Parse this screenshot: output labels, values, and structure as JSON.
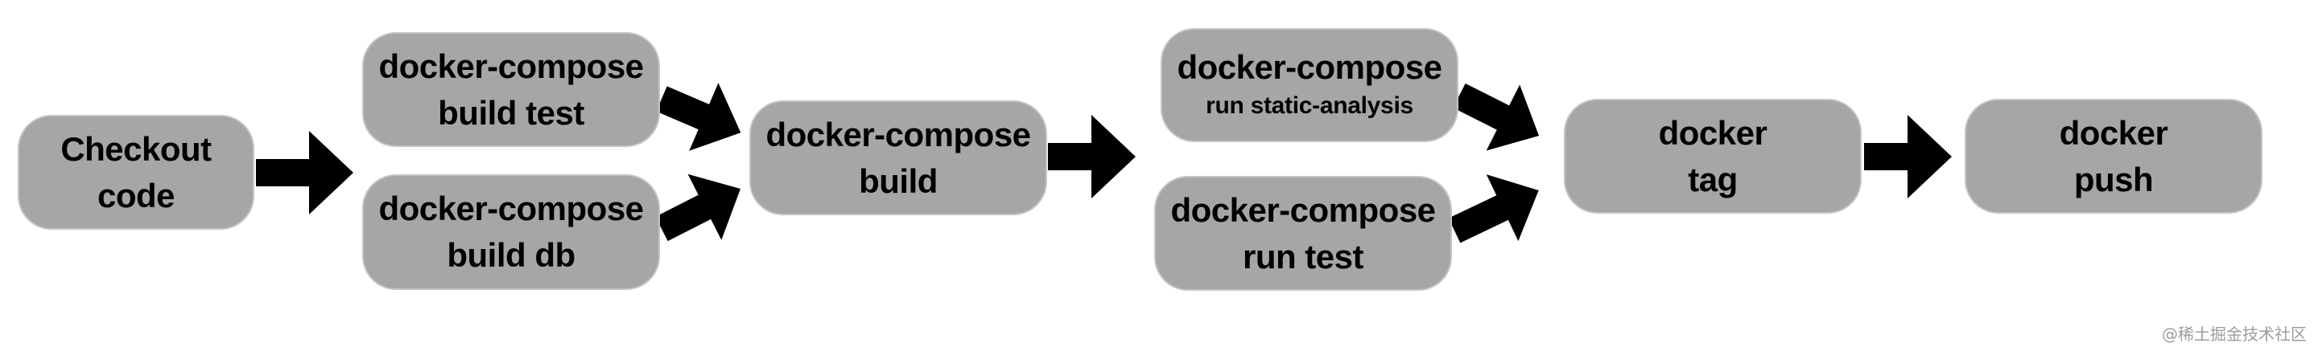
{
  "colors": {
    "box_fill": "#a6a6a6",
    "box_border": "#c4c4c4",
    "text": "#000000",
    "arrow": "#000000",
    "watermark": "#9c9c9c",
    "background": "#ffffff"
  },
  "nodes": {
    "checkout": {
      "line1": "Checkout",
      "line2": "code"
    },
    "build_test": {
      "line1": "docker-compose",
      "line2": "build test"
    },
    "build_db": {
      "line1": "docker-compose",
      "line2": "build db"
    },
    "build": {
      "line1": "docker-compose",
      "line2": "build"
    },
    "static_analysis": {
      "line1": "docker-compose",
      "line2": "run static-analysis"
    },
    "run_test": {
      "line1": "docker-compose",
      "line2": "run test"
    },
    "tag": {
      "line1": "docker",
      "line2": "tag"
    },
    "push": {
      "line1": "docker",
      "line2": "push"
    }
  },
  "watermark": "@稀土掘金技术社区"
}
